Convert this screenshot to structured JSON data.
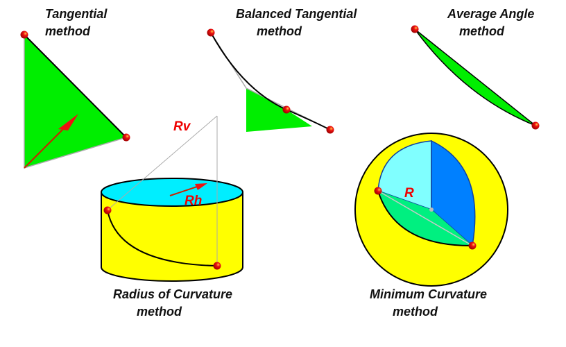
{
  "labels": {
    "tangential": [
      "Tangential",
      "method"
    ],
    "balanced": [
      "Balanced Tangential",
      "method"
    ],
    "average": [
      "Average Angle",
      "method"
    ],
    "radius": [
      "Radius of Curvature",
      "method"
    ],
    "minimum": [
      "Minimum Curvature",
      "method"
    ],
    "rv": "Rv",
    "rh": "Rh",
    "r": "R"
  },
  "colors": {
    "green": "#00ee00",
    "yellow": "#ffff00",
    "cyan": "#00eeff",
    "lightcyan": "#80ffff",
    "blue": "#0080ff",
    "mint": "#00f080",
    "red": "#ee1111"
  }
}
